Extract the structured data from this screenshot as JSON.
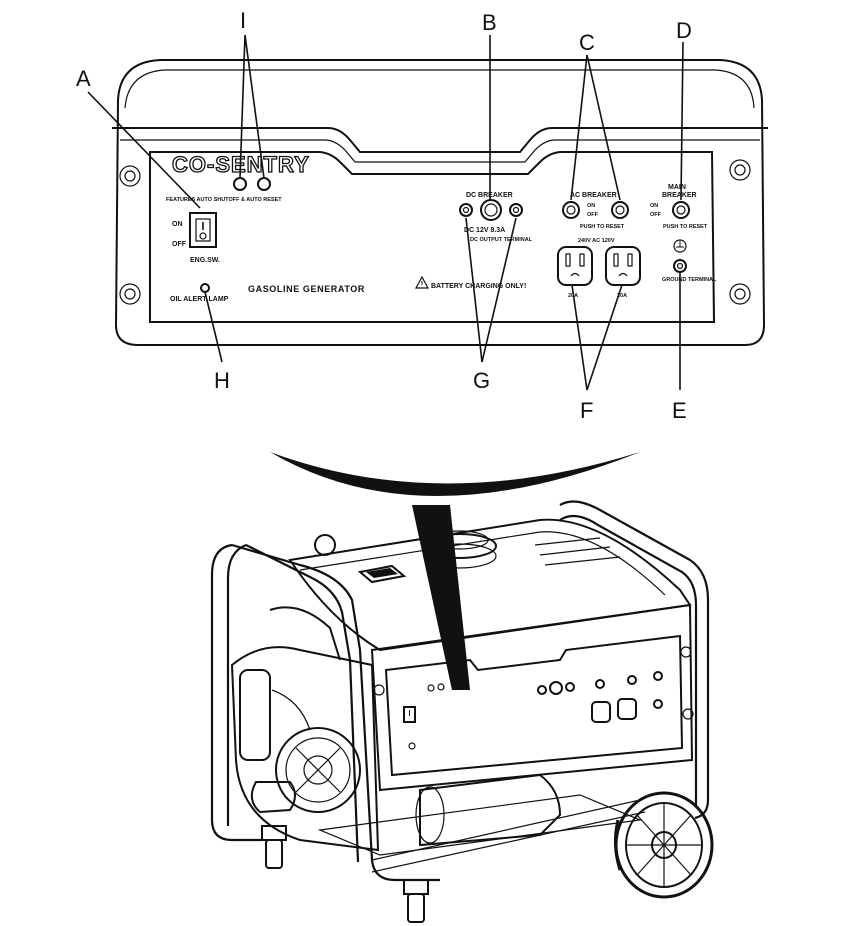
{
  "callouts": {
    "a": "A",
    "b": "B",
    "c": "C",
    "d": "D",
    "e": "E",
    "f": "F",
    "g": "G",
    "h": "H",
    "i": "I"
  },
  "panel": {
    "brand": "CO-SENTRY",
    "co_label": "FEATURES AUTO SHUTOFF & AUTO RESET",
    "switch_on": "ON",
    "switch_off": "OFF",
    "switch_label": "ENG.SW.",
    "oil_lamp_label": "OIL ALERT LAMP",
    "title": "GASOLINE GENERATOR",
    "battery_warning": "BATTERY CHARGING ONLY!",
    "dc_breaker_title": "DC BREAKER",
    "dc_rating": "DC 12V 8.3A",
    "dc_sub": "DC OUTPUT TERMINAL",
    "ac_breaker_title": "AC BREAKER",
    "ac_on": "ON",
    "ac_off": "OFF",
    "push_to_reset": "PUSH TO RESET",
    "ac_rating": "240V AC 120V",
    "outlet_left_amp": "20A",
    "outlet_right_amp": "20A",
    "main_breaker_title_1": "MAIN",
    "main_breaker_title_2": "BREAKER",
    "main_on": "ON",
    "main_off": "OFF",
    "main_push_to_reset": "PUSH TO RESET",
    "ground_label": "GROUND TERMINAL"
  },
  "icons": [
    "warning-triangle-icon",
    "ground-symbol-icon"
  ]
}
